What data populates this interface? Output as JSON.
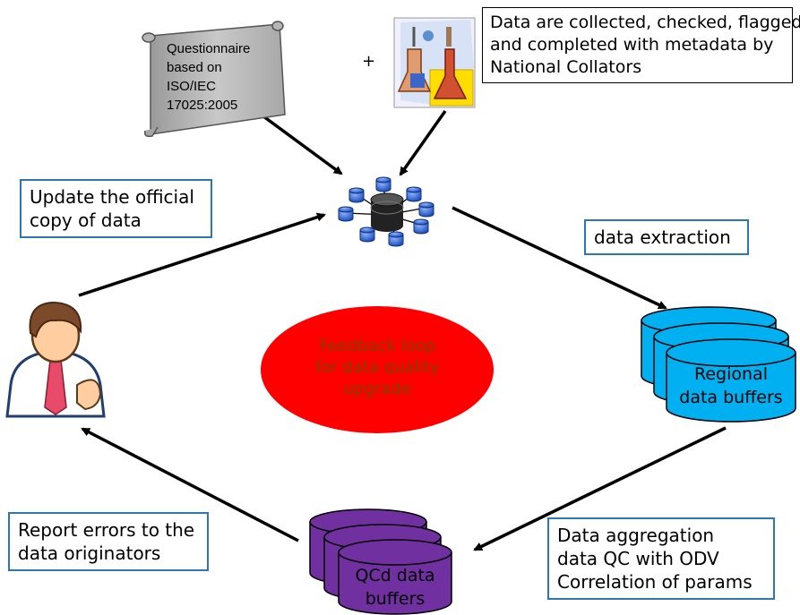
{
  "scroll_text": [
    "Questionnaire",
    "based on",
    "ISO/IEC",
    "17025:2005"
  ],
  "plus": "+",
  "collected_text": [
    "Data are collected, checked, flagged",
    "and completed with metadata by",
    "National Collators"
  ],
  "update_text": [
    "Update the official",
    "copy of data"
  ],
  "extraction_text": "data extraction",
  "feedback_text": [
    "Feedback loop",
    "for data quality",
    "upgrade"
  ],
  "regional_text": [
    "Regional",
    "data buffers"
  ],
  "aggregation_text": [
    "Data aggregation",
    "data QC with ODV",
    "Correlation of params"
  ],
  "qcd_text": [
    "QCd data",
    "buffers"
  ],
  "report_text": [
    "Report errors to the",
    "data originators"
  ],
  "colors": {
    "box_border": "#2e75b6",
    "ellipse": "#ff0000",
    "ellipse_text": "#7f3f00",
    "regional_cylinders": "#00b0f0",
    "qcd_cylinders": "#7030a0",
    "arrows": "#000000"
  },
  "icons": [
    "scroll-icon",
    "chemistry-lab-icon",
    "database-network-icon",
    "user-avatar-icon"
  ]
}
